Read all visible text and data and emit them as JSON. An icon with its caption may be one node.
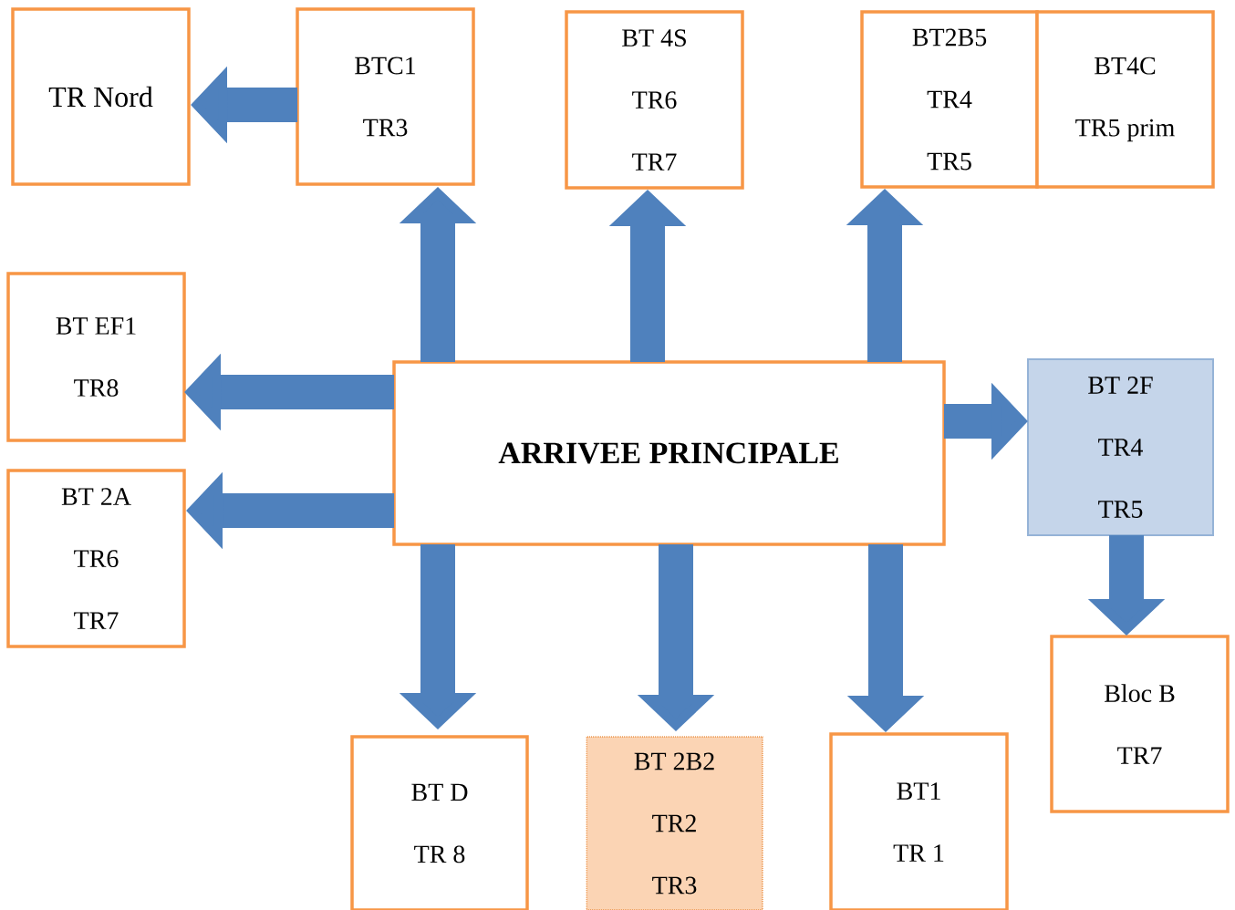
{
  "diagram": {
    "nodes": [
      {
        "text": [
          "ARRIVEE PRINCIPALE"
        ]
      },
      {
        "text": [
          "TR Nord"
        ]
      },
      {
        "text": [
          "BTC1",
          "TR3"
        ]
      },
      {
        "text": [
          "BT 4S",
          "TR6",
          "TR7"
        ]
      },
      {
        "text": [
          "BT2B5",
          "TR4",
          "TR5"
        ]
      },
      {
        "text": [
          "BT4C",
          "TR5 prim"
        ]
      },
      {
        "text": [
          "BT EF1",
          "TR8"
        ]
      },
      {
        "text": [
          "BT 2A",
          "TR6",
          "TR7"
        ]
      },
      {
        "text": [
          "BT 2F",
          "TR4",
          "TR5"
        ]
      },
      {
        "text": [
          "Bloc B",
          "TR7"
        ]
      },
      {
        "text": [
          "BT D",
          "TR 8"
        ]
      },
      {
        "text": [
          "BT 2B2",
          "TR2",
          "TR3"
        ]
      },
      {
        "text": [
          "BT1",
          "TR 1"
        ]
      }
    ],
    "edges": [
      {
        "from": 2,
        "to": 1,
        "arrow": "to"
      },
      {
        "from": 0,
        "to": 2,
        "arrow": "to"
      },
      {
        "from": 0,
        "to": 3,
        "arrow": "to"
      },
      {
        "from": 0,
        "to": 4,
        "arrow": "to"
      },
      {
        "from": 0,
        "to": 6,
        "arrow": "to"
      },
      {
        "from": 0,
        "to": 7,
        "arrow": "to"
      },
      {
        "from": 0,
        "to": 8,
        "arrow": "to"
      },
      {
        "from": 8,
        "to": 9,
        "arrow": "to"
      },
      {
        "from": 0,
        "to": 10,
        "arrow": "to"
      },
      {
        "from": 0,
        "to": 11,
        "arrow": "to"
      },
      {
        "from": 0,
        "to": 12,
        "arrow": "to"
      }
    ]
  }
}
